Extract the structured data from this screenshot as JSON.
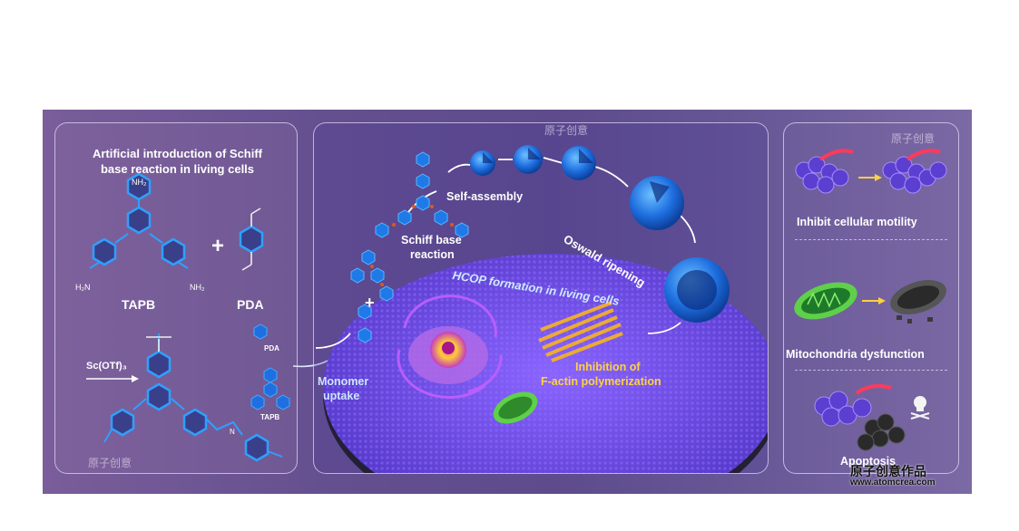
{
  "left": {
    "title_line1": "Artificial introduction of Schiff",
    "title_line2": "base reaction in living cells",
    "tapb_label": "TAPB",
    "pda_label": "PDA",
    "plus": "+",
    "nh2_top": "NH₂",
    "nh2_left": "H₂N",
    "nh2_right": "NH₂",
    "catalyst": "Sc(OTf)₃",
    "pda_small": "PDA",
    "tapb_small": "TAPB",
    "n_atom": "N"
  },
  "center": {
    "self_assembly": "Self-assembly",
    "schiff_line1": "Schiff base",
    "schiff_line2": "reaction",
    "oswald": "Oswald ripening",
    "hcop": "HCOP formation in living cells",
    "monomer_line1": "Monomer",
    "monomer_line2": "uptake",
    "inhibition_line1": "Inhibition of",
    "inhibition_line2": "F-actin polymerization",
    "plus": "+"
  },
  "right": {
    "motility": "Inhibit cellular motility",
    "mito": "Mitochondria dysfunction",
    "apoptosis": "Apoptosis"
  },
  "watermark": {
    "brand": "原子创意",
    "brand_full": "原子创意作品",
    "url": "www.atomcrea.com"
  },
  "colors": {
    "background_purple": "#5d4b8c",
    "sphere_blue": "#1e6fe0",
    "membrane_purple": "#7a55e8",
    "mito_green": "#5fd04a",
    "actin_orange": "#f0a020"
  }
}
